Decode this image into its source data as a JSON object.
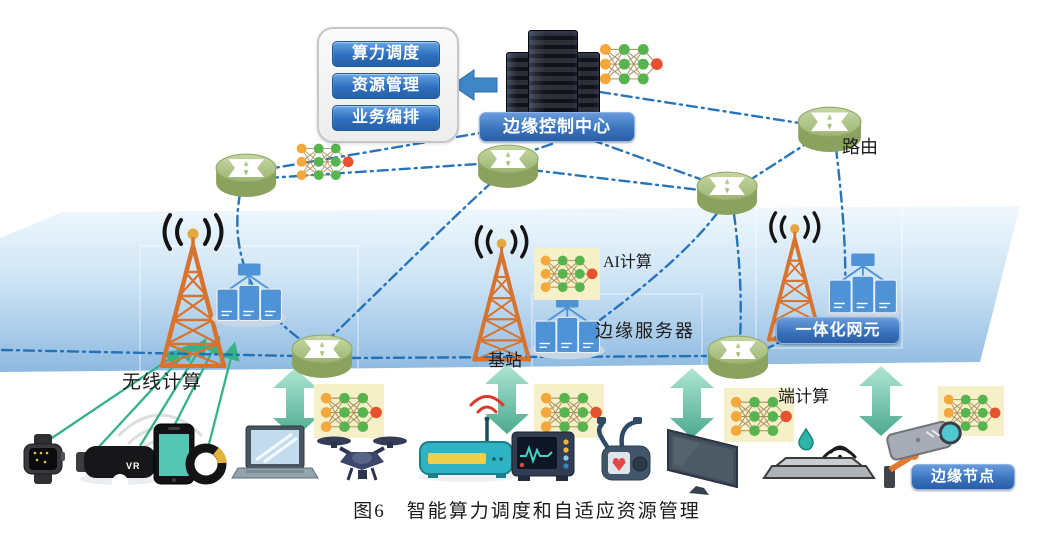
{
  "figure": {
    "caption": "图6　智能算力调度和自适应资源管理"
  },
  "control_panel": {
    "buttons": [
      {
        "label": "算力调度"
      },
      {
        "label": "资源管理"
      },
      {
        "label": "业务编排"
      }
    ]
  },
  "nodes": {
    "control_center": "边缘控制中心",
    "integrated_element": "一体化网元",
    "edge_node": "边缘节点"
  },
  "labels": {
    "router": "路由",
    "ai_compute": "AI计算",
    "edge_server": "边缘服务器",
    "base_station": "基站",
    "wireless_compute": "无线计算",
    "terminal_compute": "端计算",
    "vr": "VR"
  },
  "icons": {
    "router": "router-icon",
    "cell_tower": "cell-tower-icon",
    "server_cluster": "server-cluster-icon",
    "neural_network": "neural-network-icon",
    "double_arrow": "double-arrow-icon",
    "devices": [
      "smartwatch",
      "vr-headset",
      "smartphone",
      "smart-band",
      "laptop",
      "drone",
      "wifi-router",
      "patient-monitor",
      "holter-device",
      "tv",
      "iot-sensor",
      "cctv-camera"
    ]
  },
  "colors": {
    "badge_blue": "#3a74bd",
    "button_blue": "#2f6fbe",
    "link_blue": "#1d6db6",
    "router_green": "#9db572",
    "tower_orange": "#d8732e",
    "server_blue": "#4f93d6",
    "arrow_teal": "#45a98d",
    "signal_green": "#35b287",
    "nn_orange": "#f4a83b",
    "nn_green": "#58b44e",
    "nn_red": "#e6522d",
    "nn_bg": "#f6f0c8",
    "band_top": "#eef7fd",
    "band_bottom": "#8db9e0"
  }
}
